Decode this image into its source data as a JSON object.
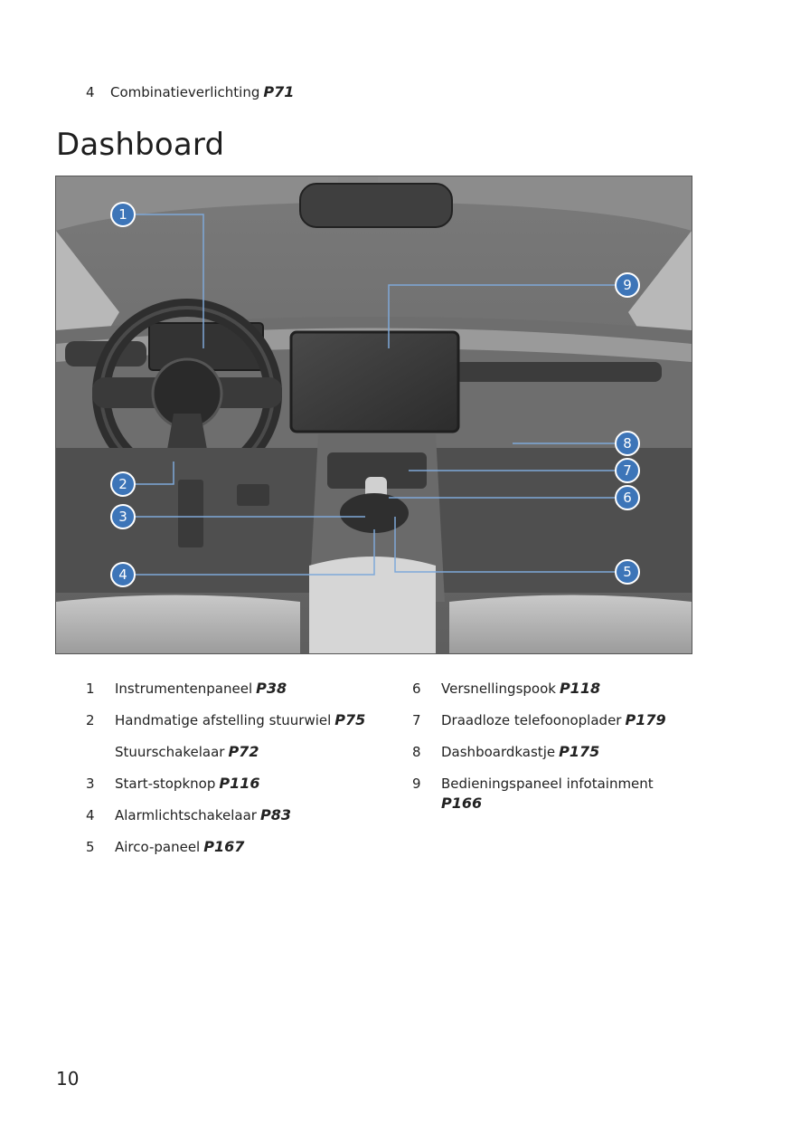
{
  "top_item": {
    "number": "4",
    "label": "Combinatieverlichting",
    "ref": "P71"
  },
  "section_title": "Dashboard",
  "callouts": [
    "1",
    "2",
    "3",
    "4",
    "5",
    "6",
    "7",
    "8",
    "9"
  ],
  "legend_left": [
    {
      "number": "1",
      "label": "Instrumentenpaneel",
      "ref": "P38"
    },
    {
      "number": "2",
      "label": "Handmatige afstelling stuurwiel",
      "ref": "P75"
    },
    {
      "number": "",
      "label": "Stuurschakelaar",
      "ref": "P72"
    },
    {
      "number": "3",
      "label": "Start-stopknop",
      "ref": "P116"
    },
    {
      "number": "4",
      "label": "Alarmlichtschakelaar",
      "ref": "P83"
    },
    {
      "number": "5",
      "label": "Airco-paneel",
      "ref": "P167"
    }
  ],
  "legend_right": [
    {
      "number": "6",
      "label": "Versnellingspook",
      "ref": "P118"
    },
    {
      "number": "7",
      "label": "Draadloze telefoonoplader",
      "ref": "P179"
    },
    {
      "number": "8",
      "label": "Dashboardkastje",
      "ref": "P175"
    },
    {
      "number": "9",
      "label": "Bedieningspaneel infotainment",
      "ref": "P166"
    }
  ],
  "page_number": "10",
  "colors": {
    "callout": "#3d75b8",
    "leader": "#7fa8d8"
  }
}
